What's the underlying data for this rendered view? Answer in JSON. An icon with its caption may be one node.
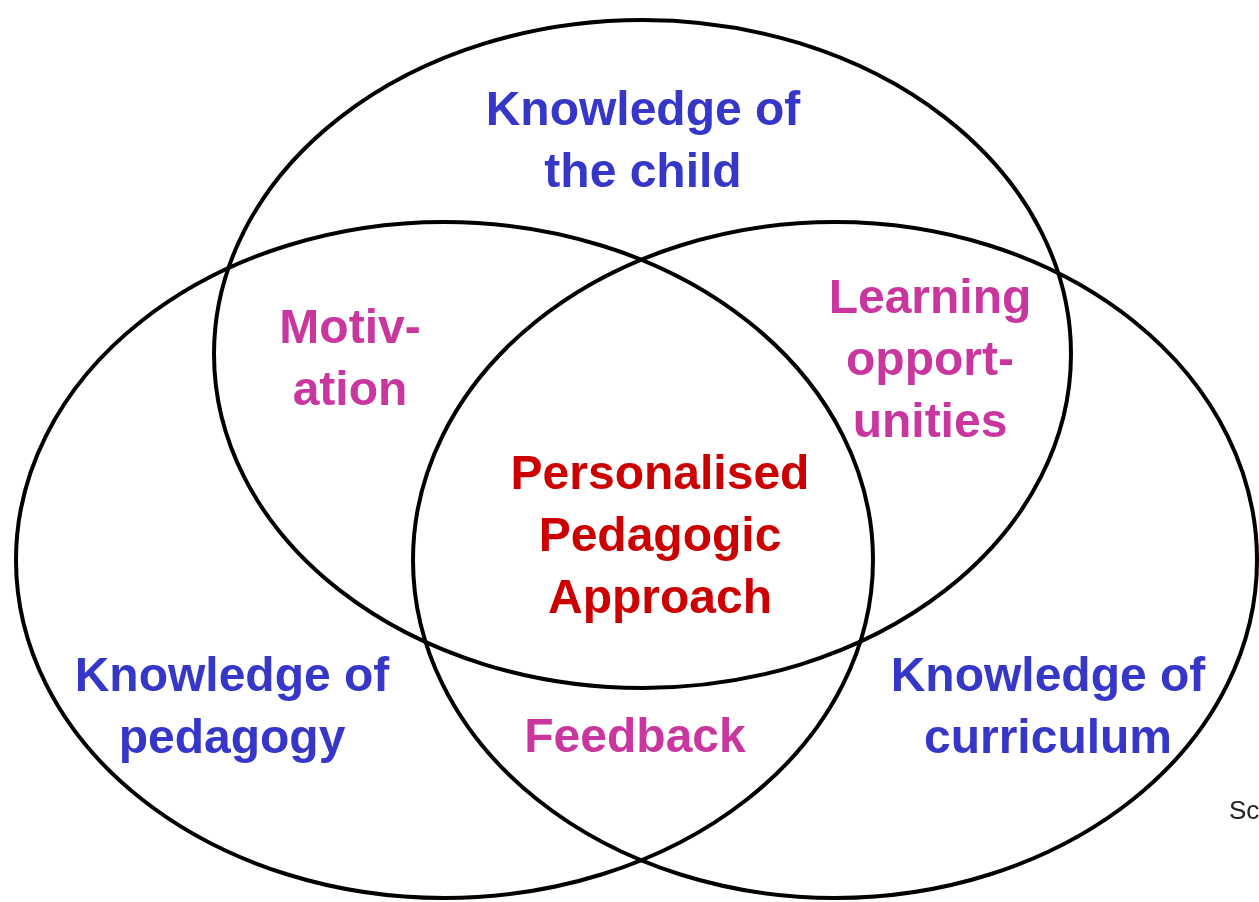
{
  "diagram": {
    "nodes": [
      {
        "text": [
          "Knowledge of the child"
        ]
      },
      {
        "text": [
          "Knowledge of pedagogy"
        ]
      },
      {
        "text": [
          "Knowledge of curriculum"
        ]
      }
    ],
    "edges": [],
    "labels": [
      "Motiv- ation",
      "Learning opport- unities",
      "Personalised Pedagogic Approach",
      "Feedback",
      "Sc"
    ]
  }
}
